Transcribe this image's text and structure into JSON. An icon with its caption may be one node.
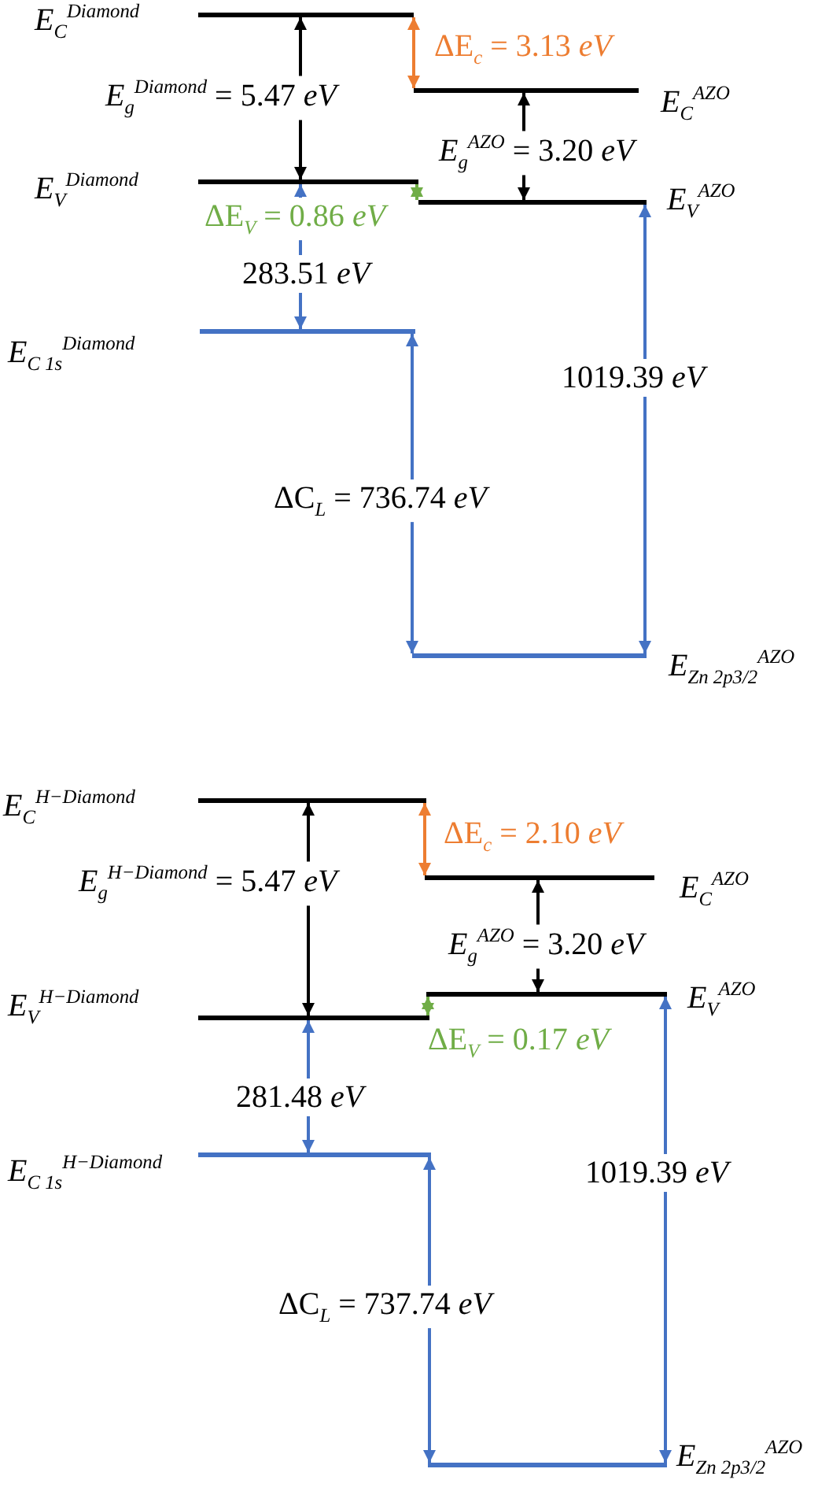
{
  "diagram": {
    "nodes": [
      {
        "text": [],
        "shape": "bar",
        "beside": [
          "*E*$_{C}$$^{Diamond}$"
        ]
      },
      {
        "text": [],
        "shape": "bar",
        "beside": [
          "*E*$_{C}$$^{AZO}$"
        ]
      },
      {
        "text": [],
        "shape": "bar",
        "beside": [
          "*E*$_{V}$$^{Diamond}$"
        ]
      },
      {
        "text": [],
        "shape": "bar",
        "beside": [
          "*E*$_{V}$$^{AZO}$"
        ]
      },
      {
        "text": [],
        "shape": "bar",
        "beside": [
          "*E*$_{C 1s}$$^{Diamond}$"
        ]
      },
      {
        "text": [],
        "shape": "bar",
        "beside": [
          "*E*$_{Zn 2p}$$_{3/2}$$^{AZO}$"
        ]
      },
      {
        "text": [],
        "shape": "bar",
        "beside": [
          "*E*$_{C}$$^{H−Diamond}$"
        ]
      },
      {
        "text": [],
        "shape": "bar",
        "beside": [
          "*E*$_{C}$$^{AZO}$"
        ]
      },
      {
        "text": [],
        "shape": "bar",
        "beside": [
          "*E*$_{V}$$^{H−Diamond}$"
        ]
      },
      {
        "text": [],
        "shape": "bar",
        "beside": [
          "*E*$_{V}$$^{AZO}$"
        ]
      },
      {
        "text": [],
        "shape": "bar",
        "beside": [
          "*E*$_{C 1s}$$^{H−Diamond}$"
        ]
      },
      {
        "text": [],
        "shape": "bar",
        "beside": [
          "*E*$_{Zn 2p}$$_{3/2}$$^{AZO}$"
        ]
      }
    ],
    "edges": [
      {
        "from": 0,
        "to": 2,
        "arrow": "both",
        "label": "*E*$_{g}$$^{Diamond}$ = 5.47 *eV*",
        "color": "#000000"
      },
      {
        "from": 0,
        "to": 1,
        "arrow": "both",
        "label": "ΔE$_{c}$ = 3.13 *eV*",
        "color": "#ed7d31"
      },
      {
        "from": 1,
        "to": 3,
        "arrow": "both",
        "label": "*E*$_{g}$$^{AZO}$ = 3.20 *eV*",
        "color": "#000000"
      },
      {
        "from": 2,
        "to": 3,
        "arrow": "both",
        "label": "ΔE$_{V}$ = 0.86 *eV*",
        "color": "#70ad47"
      },
      {
        "from": 2,
        "to": 4,
        "arrow": "both",
        "label": "283.51 *eV*",
        "color": "#4472c4"
      },
      {
        "from": 3,
        "to": 5,
        "arrow": "both",
        "label": "1019.39 *eV*",
        "color": "#4472c4"
      },
      {
        "from": 4,
        "to": 5,
        "arrow": "both",
        "label": "ΔC$_{L}$ = 736.74 *eV*",
        "color": "#4472c4"
      },
      {
        "from": 6,
        "to": 8,
        "arrow": "both",
        "label": "*E*$_{g}$$^{H−Diamond}$ = 5.47 *eV*",
        "color": "#000000"
      },
      {
        "from": 6,
        "to": 7,
        "arrow": "both",
        "label": "ΔE$_{c}$ = 2.10 *eV*",
        "color": "#ed7d31"
      },
      {
        "from": 7,
        "to": 9,
        "arrow": "both",
        "label": "*E*$_{g}$$^{AZO}$ = 3.20 *eV*",
        "color": "#000000"
      },
      {
        "from": 9,
        "to": 8,
        "arrow": "both",
        "label": "ΔE$_{V}$ = 0.17 *eV*",
        "color": "#70ad47"
      },
      {
        "from": 8,
        "to": 10,
        "arrow": "both",
        "label": "281.48 *eV*",
        "color": "#4472c4"
      },
      {
        "from": 9,
        "to": 11,
        "arrow": "both",
        "label": "1019.39 *eV*",
        "color": "#4472c4"
      },
      {
        "from": 10,
        "to": 11,
        "arrow": "both",
        "label": "ΔC$_{L}$ = 737.74 *eV*",
        "color": "#4472c4"
      }
    ]
  }
}
